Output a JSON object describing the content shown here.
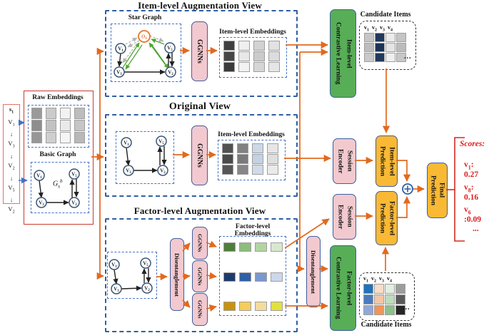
{
  "colors": {
    "arrow_orange": "#e2691f",
    "dash_blue": "#2e5fa3",
    "inner_dash_blue": "#4472c4",
    "red_outer": "#c93a2e",
    "red_seq": "#e57368",
    "score_red": "#e01b1b",
    "green_box": "#57ae57",
    "pink_box": "#f2c9cf",
    "gold_box": "#f9b934",
    "star_center_orange": "#e8762c",
    "edge_green": "#4ea72e",
    "blue_arrow": "#4472c4"
  },
  "sequence": {
    "label_b": "s",
    "label_s": "1",
    "arrow": "↓",
    "items": [
      {
        "b": "V",
        "s": "1"
      },
      {
        "b": "V",
        "s": "3"
      },
      {
        "b": "V",
        "s": "2"
      },
      {
        "b": "V",
        "s": "5"
      },
      {
        "b": "V",
        "s": "2"
      }
    ]
  },
  "graph_nodes": {
    "v1": {
      "b": "V",
      "s": "1"
    },
    "v2": {
      "b": "V",
      "s": "2"
    },
    "v3": {
      "b": "V",
      "s": "3"
    },
    "v5": {
      "b": "V",
      "s": "5"
    },
    "os": {
      "b": "O",
      "s": "S"
    }
  },
  "raw_panel": {
    "raw_title": "Raw Embeddings",
    "basic_title": "Basic Graph",
    "graph_math": {
      "base": "G",
      "sub": "s",
      "sup": "b"
    },
    "raw_cells": [
      [
        "#9a9a9a",
        "#cbcbcb",
        "#f2f2f2",
        "#bdbdbd"
      ],
      [
        "#8e8e8e",
        "#c2c2c2",
        "#e9e9e9",
        "#c6c6c6"
      ],
      [
        "#979797",
        "#cfcfcf",
        "#f5f5f5",
        "#b9b9b9"
      ]
    ]
  },
  "views": {
    "item": {
      "title": "Item-level Augmentation View",
      "star_title": "Star Graph",
      "ggnn": "GGNNs",
      "emb_title": "Item-level Embeddings",
      "emb_cells": [
        [
          "#3f3f3f",
          "#efefef",
          "#d2d2d2",
          "#e2e2e2"
        ],
        [
          "#464646",
          "#e8e8e8",
          "#cbcbcb",
          "#dcdcdc"
        ],
        [
          "#3b3b3b",
          "#f2f2f2",
          "#d6d6d6",
          "#e6e6e6"
        ]
      ]
    },
    "original": {
      "title": "Original View",
      "ggnn": "GGNNs",
      "emb_title": "Item-level Embeddings",
      "emb_cells": [
        [
          "#525252",
          "#828282",
          "#ccd8e6",
          "#e6e6e6"
        ],
        [
          "#4a4a4a",
          "#7a7a7a",
          "#c4d2e2",
          "#dfdfdf"
        ],
        [
          "#565656",
          "#868686",
          "#d0dbe8",
          "#eaeaea"
        ]
      ]
    },
    "factor": {
      "title": "Factor-level Augmentation View",
      "disentangle": "Disentanglement",
      "ggnn": "GGNNs",
      "emb_title": "Factor-level Embeddings",
      "emb_rows": {
        "green": [
          [
            "#4e7e3b",
            "#8cbd7c",
            "#b2d4a2",
            "#d8e8cf"
          ]
        ],
        "blue": [
          [
            "#1d3a6e",
            "#2f5fa8",
            "#7b97cf",
            "#ccd7eb"
          ]
        ],
        "yellow": [
          [
            "#c9920f",
            "#f5cd5a",
            "#f3dc9c",
            "#e3e13c"
          ]
        ]
      }
    }
  },
  "right": {
    "item_cl": {
      "line1": "Item-level",
      "line2": "Contrastive Learning"
    },
    "factor_cl": {
      "line1": "Factor-level",
      "line2": "Contrastive Learning"
    },
    "session_encoder": {
      "line1": "Session",
      "line2": "Encoder"
    },
    "disentangle": "Disentanglement",
    "item_pred": {
      "line1": "Item-level",
      "line2": "Prediction"
    },
    "factor_pred": {
      "line1": "Factor-level",
      "line2": "Prediction"
    },
    "final_pred": {
      "line1": "Final",
      "line2": "Prediction"
    }
  },
  "candidates_top": {
    "title": "Candidate Items",
    "headers": [
      {
        "b": "v",
        "s": "1"
      },
      {
        "b": "v",
        "s": "2"
      },
      {
        "b": "v",
        "s": "3"
      },
      {
        "b": "v",
        "s": "4"
      }
    ],
    "ellipsis": "...",
    "cells": [
      [
        "#c6c6c6",
        "#21395c",
        "#ebebeb",
        "#c4c4c4"
      ],
      [
        "#bdbdbd",
        "#1c3457",
        "#e5e5e5",
        "#bcbcbc"
      ],
      [
        "#c9c9c9",
        "#21395c",
        "#efefef",
        "#c7c7c7"
      ]
    ]
  },
  "candidates_bottom": {
    "title": "Candidate Items",
    "headers": [
      {
        "b": "v",
        "s": "1"
      },
      {
        "b": "v",
        "s": "2"
      },
      {
        "b": "v",
        "s": "3"
      },
      {
        "b": "v",
        "s": "4"
      }
    ],
    "ellipsis": "...",
    "cells": [
      [
        "#1f72bc",
        "#f8ddc9",
        "#e2efe0",
        "#9c9c9c"
      ],
      [
        "#4a7abd",
        "#f3c6a5",
        "#bcdcba",
        "#595959"
      ],
      [
        "#90a8d8",
        "#ee9659",
        "#8cc08a",
        "#262626"
      ]
    ]
  },
  "scores": {
    "title": "Scores:",
    "entries": [
      {
        "b": "v",
        "s": "1",
        "v": ": 0.27"
      },
      {
        "b": "v",
        "s": "8",
        "v": ": 0.16"
      },
      {
        "b": "v",
        "s": "6",
        "v": " :0.09"
      }
    ],
    "ellipsis": "..."
  }
}
